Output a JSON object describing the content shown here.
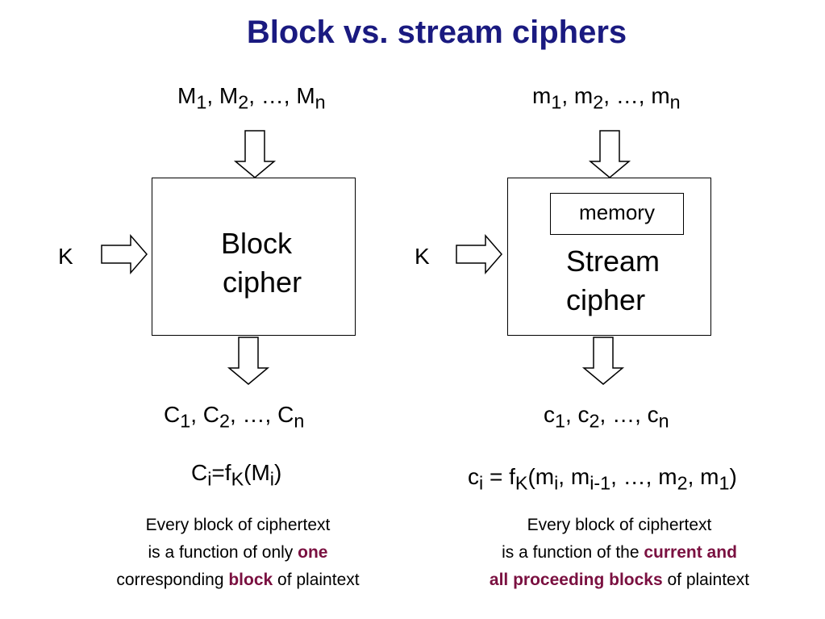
{
  "title": "Block vs. stream ciphers",
  "block": {
    "input": {
      "base": "M",
      "s1": "1",
      "s2": "2",
      "sn": "n",
      "sep1": ", ",
      "sep2": ", …, "
    },
    "key": "K",
    "box_line1": "Block",
    "box_line2": "cipher",
    "output": {
      "base": "C",
      "s1": "1",
      "s2": "2",
      "sn": "n",
      "sep1": ", ",
      "sep2": ", …, "
    },
    "formula": {
      "c": "C",
      "ci": "i",
      "eq": "=f",
      "k": "K",
      "open": "(M",
      "mi": "i",
      "close": ")"
    },
    "desc": {
      "line1": "Every block of ciphertext",
      "line2_pre": "is a function of only ",
      "line2_em": "one",
      "line3_pre": "corresponding ",
      "line3_em": "block",
      "line3_post": " of plaintext"
    }
  },
  "stream": {
    "input": {
      "base": "m",
      "s1": "1",
      "s2": "2",
      "sn": "n",
      "sep1": ", ",
      "sep2": ", …, "
    },
    "key": "K",
    "memory": "memory",
    "box_line1": "Stream",
    "box_line2": "cipher",
    "output": {
      "base": "c",
      "s1": "1",
      "s2": "2",
      "sn": "n",
      "sep1": ", ",
      "sep2": ", …, "
    },
    "formula": {
      "c": "c",
      "ci": "i",
      "eq": " = f",
      "k": "K",
      "open": "(m",
      "a1": "i",
      "t1": ", m",
      "a2": "i-1",
      "t2": ", …, m",
      "a3": "2",
      "t3": ", m",
      "a4": "1",
      "close": ")"
    },
    "desc": {
      "line1": "Every block of ciphertext",
      "line2_pre": "is a function of the ",
      "line2_em": "current and",
      "line3_em": "all proceeding blocks",
      "line3_post": " of plaintext"
    }
  }
}
